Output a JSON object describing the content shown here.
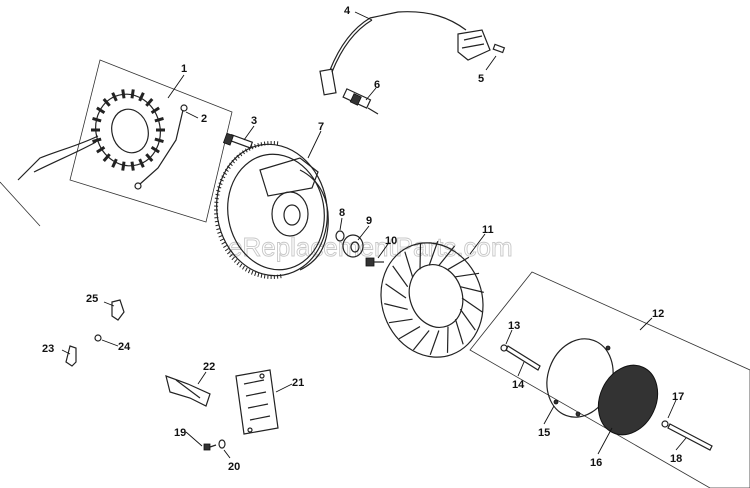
{
  "watermark": "eReplacementParts.com",
  "callouts": [
    {
      "id": "1",
      "text": "1"
    },
    {
      "id": "2",
      "text": "2"
    },
    {
      "id": "3",
      "text": "3"
    },
    {
      "id": "4",
      "text": "4"
    },
    {
      "id": "5",
      "text": "5"
    },
    {
      "id": "6",
      "text": "6"
    },
    {
      "id": "7",
      "text": "7"
    },
    {
      "id": "8",
      "text": "8"
    },
    {
      "id": "9",
      "text": "9"
    },
    {
      "id": "10",
      "text": "10"
    },
    {
      "id": "11",
      "text": "11"
    },
    {
      "id": "12",
      "text": "12"
    },
    {
      "id": "13",
      "text": "13"
    },
    {
      "id": "14",
      "text": "14"
    },
    {
      "id": "15",
      "text": "15"
    },
    {
      "id": "16",
      "text": "16"
    },
    {
      "id": "17",
      "text": "17"
    },
    {
      "id": "18",
      "text": "18"
    },
    {
      "id": "19",
      "text": "19"
    },
    {
      "id": "20",
      "text": "20"
    },
    {
      "id": "21",
      "text": "21"
    },
    {
      "id": "22",
      "text": "22"
    },
    {
      "id": "23",
      "text": "23"
    },
    {
      "id": "24",
      "text": "24"
    },
    {
      "id": "25",
      "text": "25"
    }
  ]
}
